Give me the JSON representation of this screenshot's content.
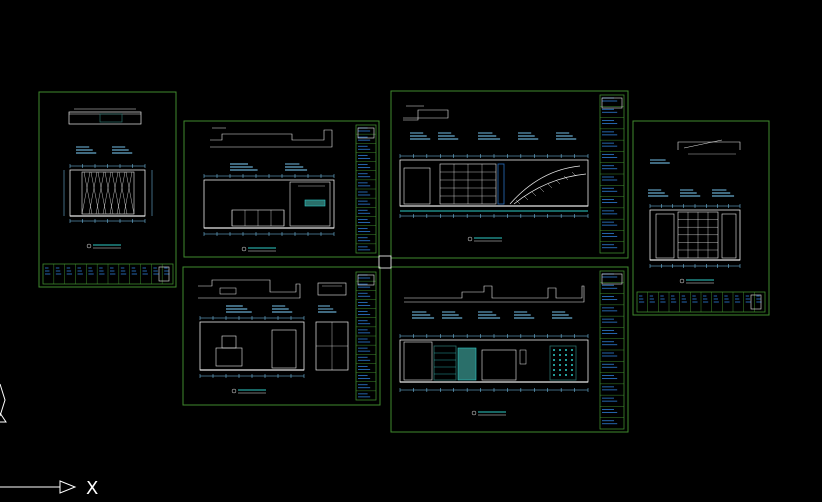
{
  "viewport": {
    "background": "#000000",
    "sheet_border_color": "#3f8a2e",
    "drawing_line_color": "#e8e8e8",
    "dim_line_color": "#7fd3ff",
    "accent_color": "#2ecbc6",
    "accent_dark": "#2a6f6a",
    "title_block_color": "#2a6fbf",
    "ucs_color": "#ffffff"
  },
  "ucs_icon": {
    "x_label": "X",
    "icon_name": "ucs-axis-icon"
  },
  "sheets": [
    {
      "id": "sheet-1",
      "kind": "elevation-tall"
    },
    {
      "id": "sheet-2",
      "kind": "elevation-wide"
    },
    {
      "id": "sheet-3",
      "kind": "elevation-stair"
    },
    {
      "id": "sheet-4",
      "kind": "elevation-small"
    },
    {
      "id": "sheet-5",
      "kind": "elevation-wide"
    },
    {
      "id": "sheet-6",
      "kind": "elevation-cabinet"
    }
  ],
  "crosshair": {
    "icon_name": "cursor-pickbox-icon"
  }
}
